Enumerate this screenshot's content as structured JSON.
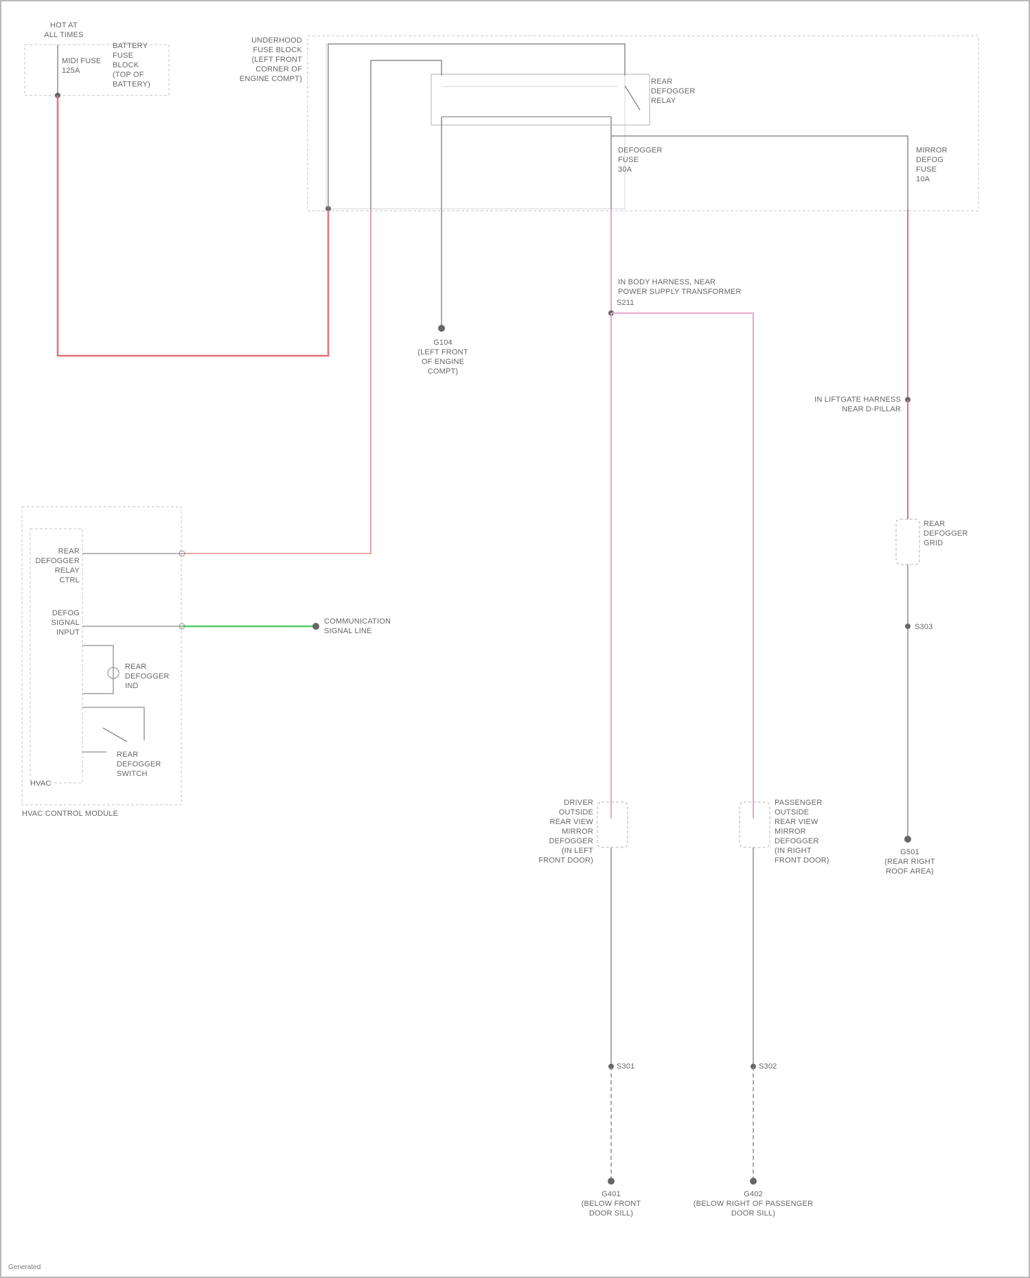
{
  "colors": {
    "wire_default": "#8c8c8c",
    "wire_red": "#e56f78",
    "wire_pink": "#e7a6cf",
    "wire_green": "#55c96a",
    "dashed_box": "#c4c4c4",
    "node": "#666666"
  },
  "labels": {
    "hot_at_all_times": "HOT AT\nALL TIMES",
    "battery_fuse_block": "BATTERY\nFUSE\nBLOCK\n(TOP OF\nBATTERY)",
    "relay_fuse_link": "MIDI FUSE\n125A",
    "underhood_box": "UNDERHOOD\nFUSE BLOCK\n(LEFT FRONT\nCORNER OF\nENGINE COMPT)",
    "rear_defogger_relay": "REAR\nDEFOGGER\nRELAY",
    "defogger_fuse": "DEFOGGER\nFUSE\n30A",
    "mirror_fuse": "MIRROR\nDEFOG\nFUSE\n10A",
    "ground_g104": "G104\n(LEFT FRONT\nOF ENGINE\nCOMPT)",
    "body_harness_splice": "IN BODY HARNESS, NEAR\nPOWER SUPPLY TRANSFORMER",
    "splice_s1": "S211",
    "splice_s2": "S301",
    "splice_s3": "S302",
    "splice_s4": "S303",
    "in_liftgate_harness": "IN LIFTGATE HARNESS\nNEAR D-PILLAR",
    "rear_window_grid": "REAR\nDEFOGGER\nGRID",
    "ground_rear": "G501\n(REAR RIGHT\nROOF AREA)",
    "hvac_module": "HVAC CONTROL MODULE",
    "hvac_pin_rear_defog_relay": "REAR\nDEFOGGER\nRELAY CTRL",
    "hvac_pin_indicator": "DEFOG\nSIGNAL\nINPUT",
    "hvac_defog_led": "REAR\nDEFOGGER\nIND",
    "hvac_switch": "REAR\nDEFOGGER\nSWITCH",
    "hvac_ecm": "HVAC",
    "hvac_right": "COMMUNICATION\nSIGNAL LINE",
    "left_mirror": "DRIVER\nOUTSIDE\nREAR VIEW\nMIRROR\nDEFOGGER\n(IN LEFT\nFRONT DOOR)",
    "right_mirror": "PASSENGER\nOUTSIDE\nREAR VIEW\nMIRROR\nDEFOGGER\n(IN RIGHT\nFRONT DOOR)",
    "ground_left": "G401\n(BELOW FRONT\nDOOR SILL)",
    "ground_right": "G402\n(BELOW RIGHT OF PASSENGER\nDOOR SILL)",
    "footer": "Generated"
  }
}
